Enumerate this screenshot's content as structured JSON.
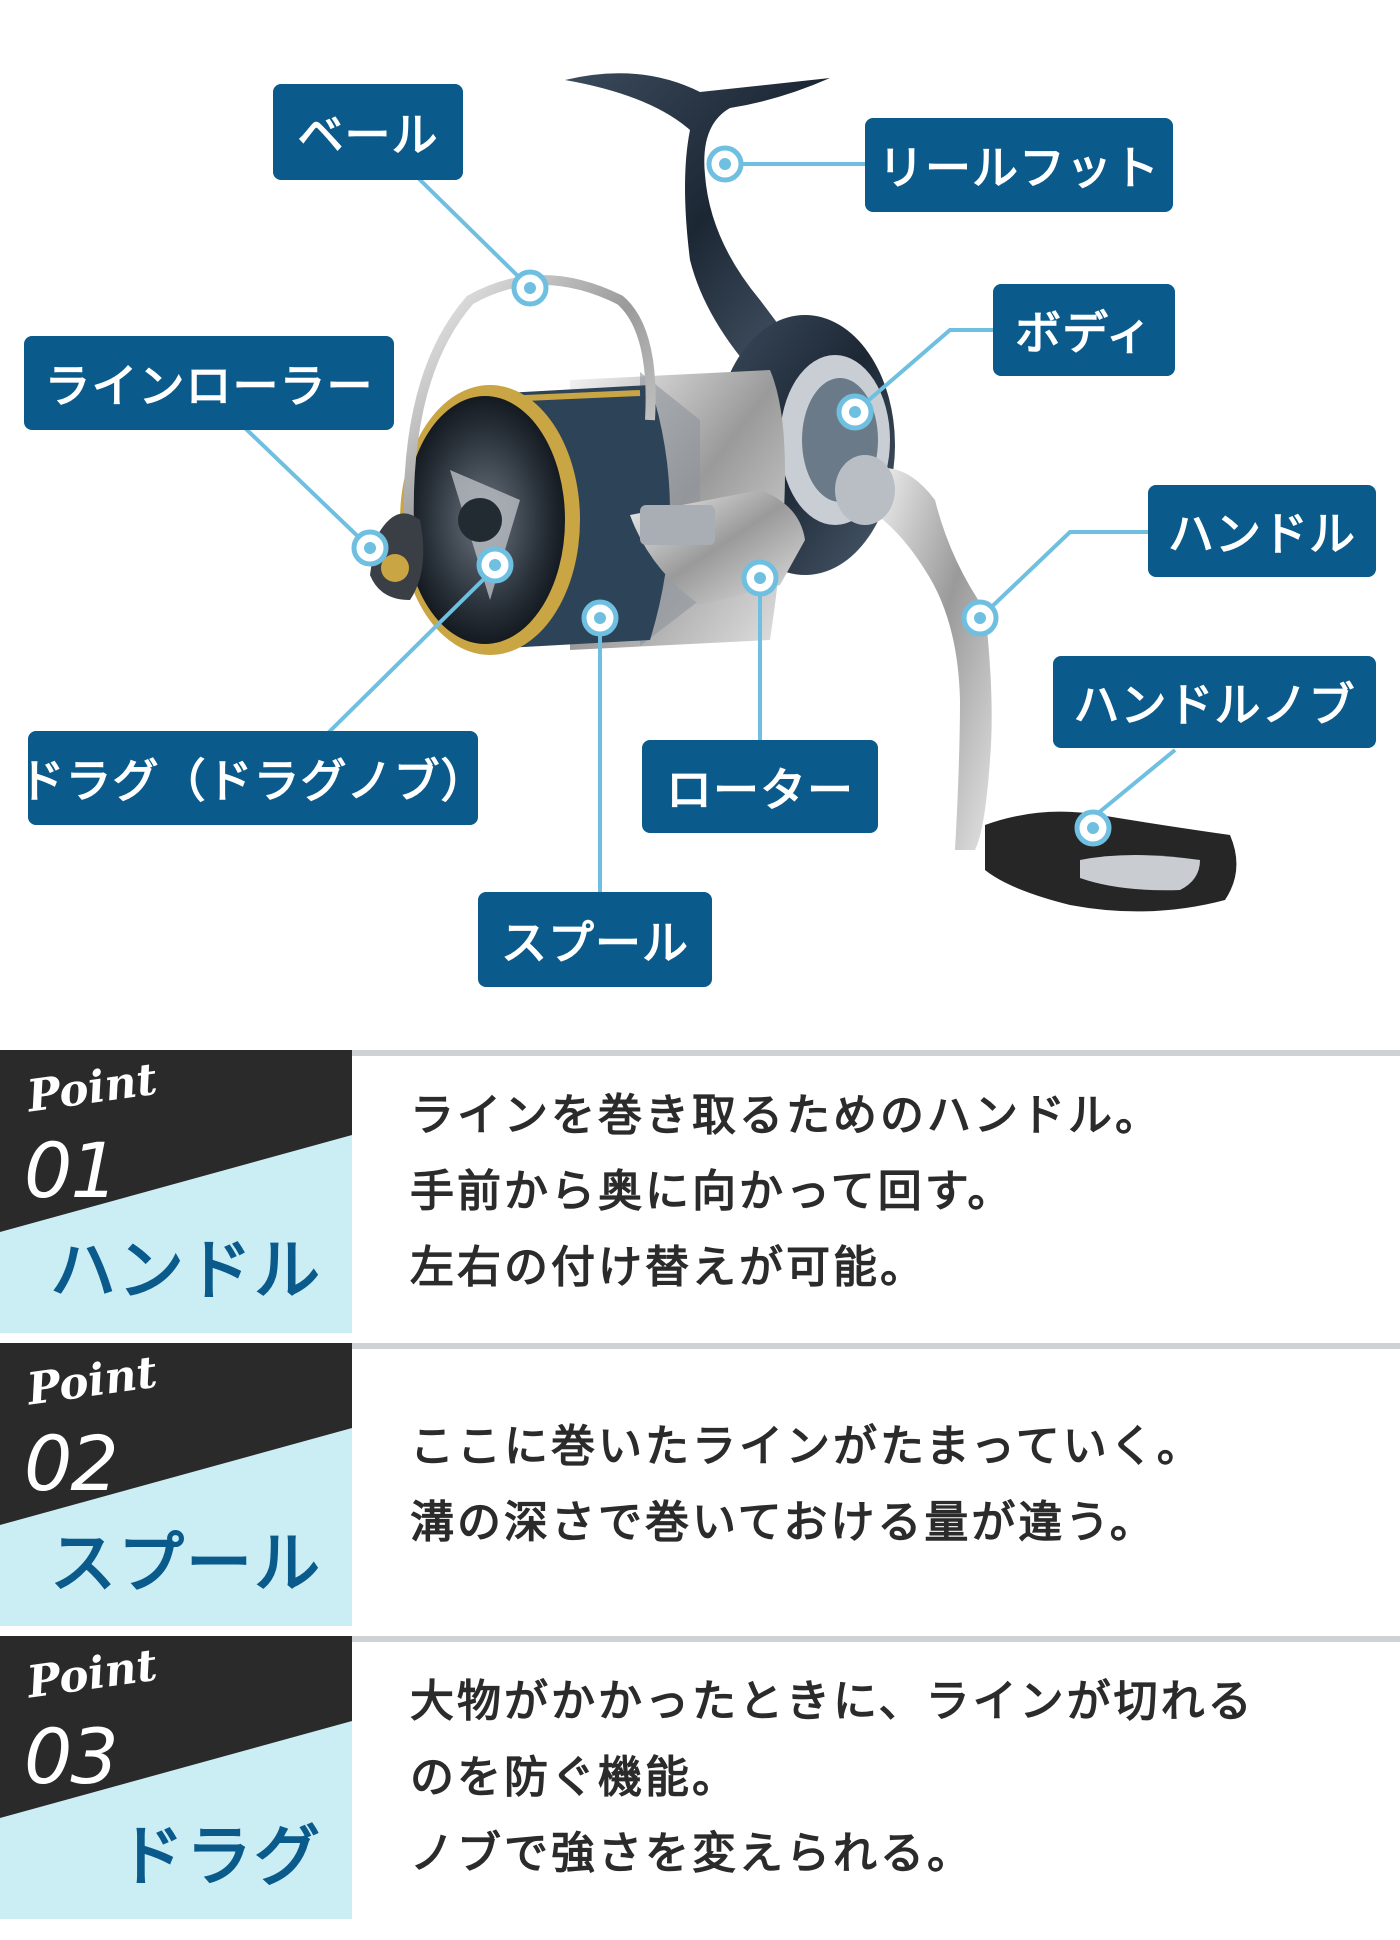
{
  "diagram": {
    "labels": {
      "bail": "ベール",
      "reel_foot": "リールフット",
      "body": "ボディ",
      "line_roller": "ラインローラー",
      "handle": "ハンドル",
      "handle_knob": "ハンドルノブ",
      "drag": "ドラグ（ドラグノブ）",
      "rotor": "ローター",
      "spool": "スプール"
    },
    "colors": {
      "label_bg": "#0a5a8c",
      "leader": "#6fbfe0",
      "panel_light": "#cbeef5",
      "panel_dark": "#2a2a2a"
    }
  },
  "points": [
    {
      "word": "Point",
      "number": "01",
      "part": "ハンドル",
      "lines": [
        "ラインを巻き取るためのハンドル。",
        "手前から奥に向かって回す。",
        "左右の付け替えが可能。"
      ]
    },
    {
      "word": "Point",
      "number": "02",
      "part": "スプール",
      "lines": [
        "ここに巻いたラインがたまっていく。",
        "溝の深さで巻いておける量が違う。"
      ]
    },
    {
      "word": "Point",
      "number": "03",
      "part": "ドラグ",
      "lines": [
        "大物がかかったときに、ラインが切れる",
        "のを防ぐ機能。",
        "ノブで強さを変えられる。"
      ]
    }
  ]
}
